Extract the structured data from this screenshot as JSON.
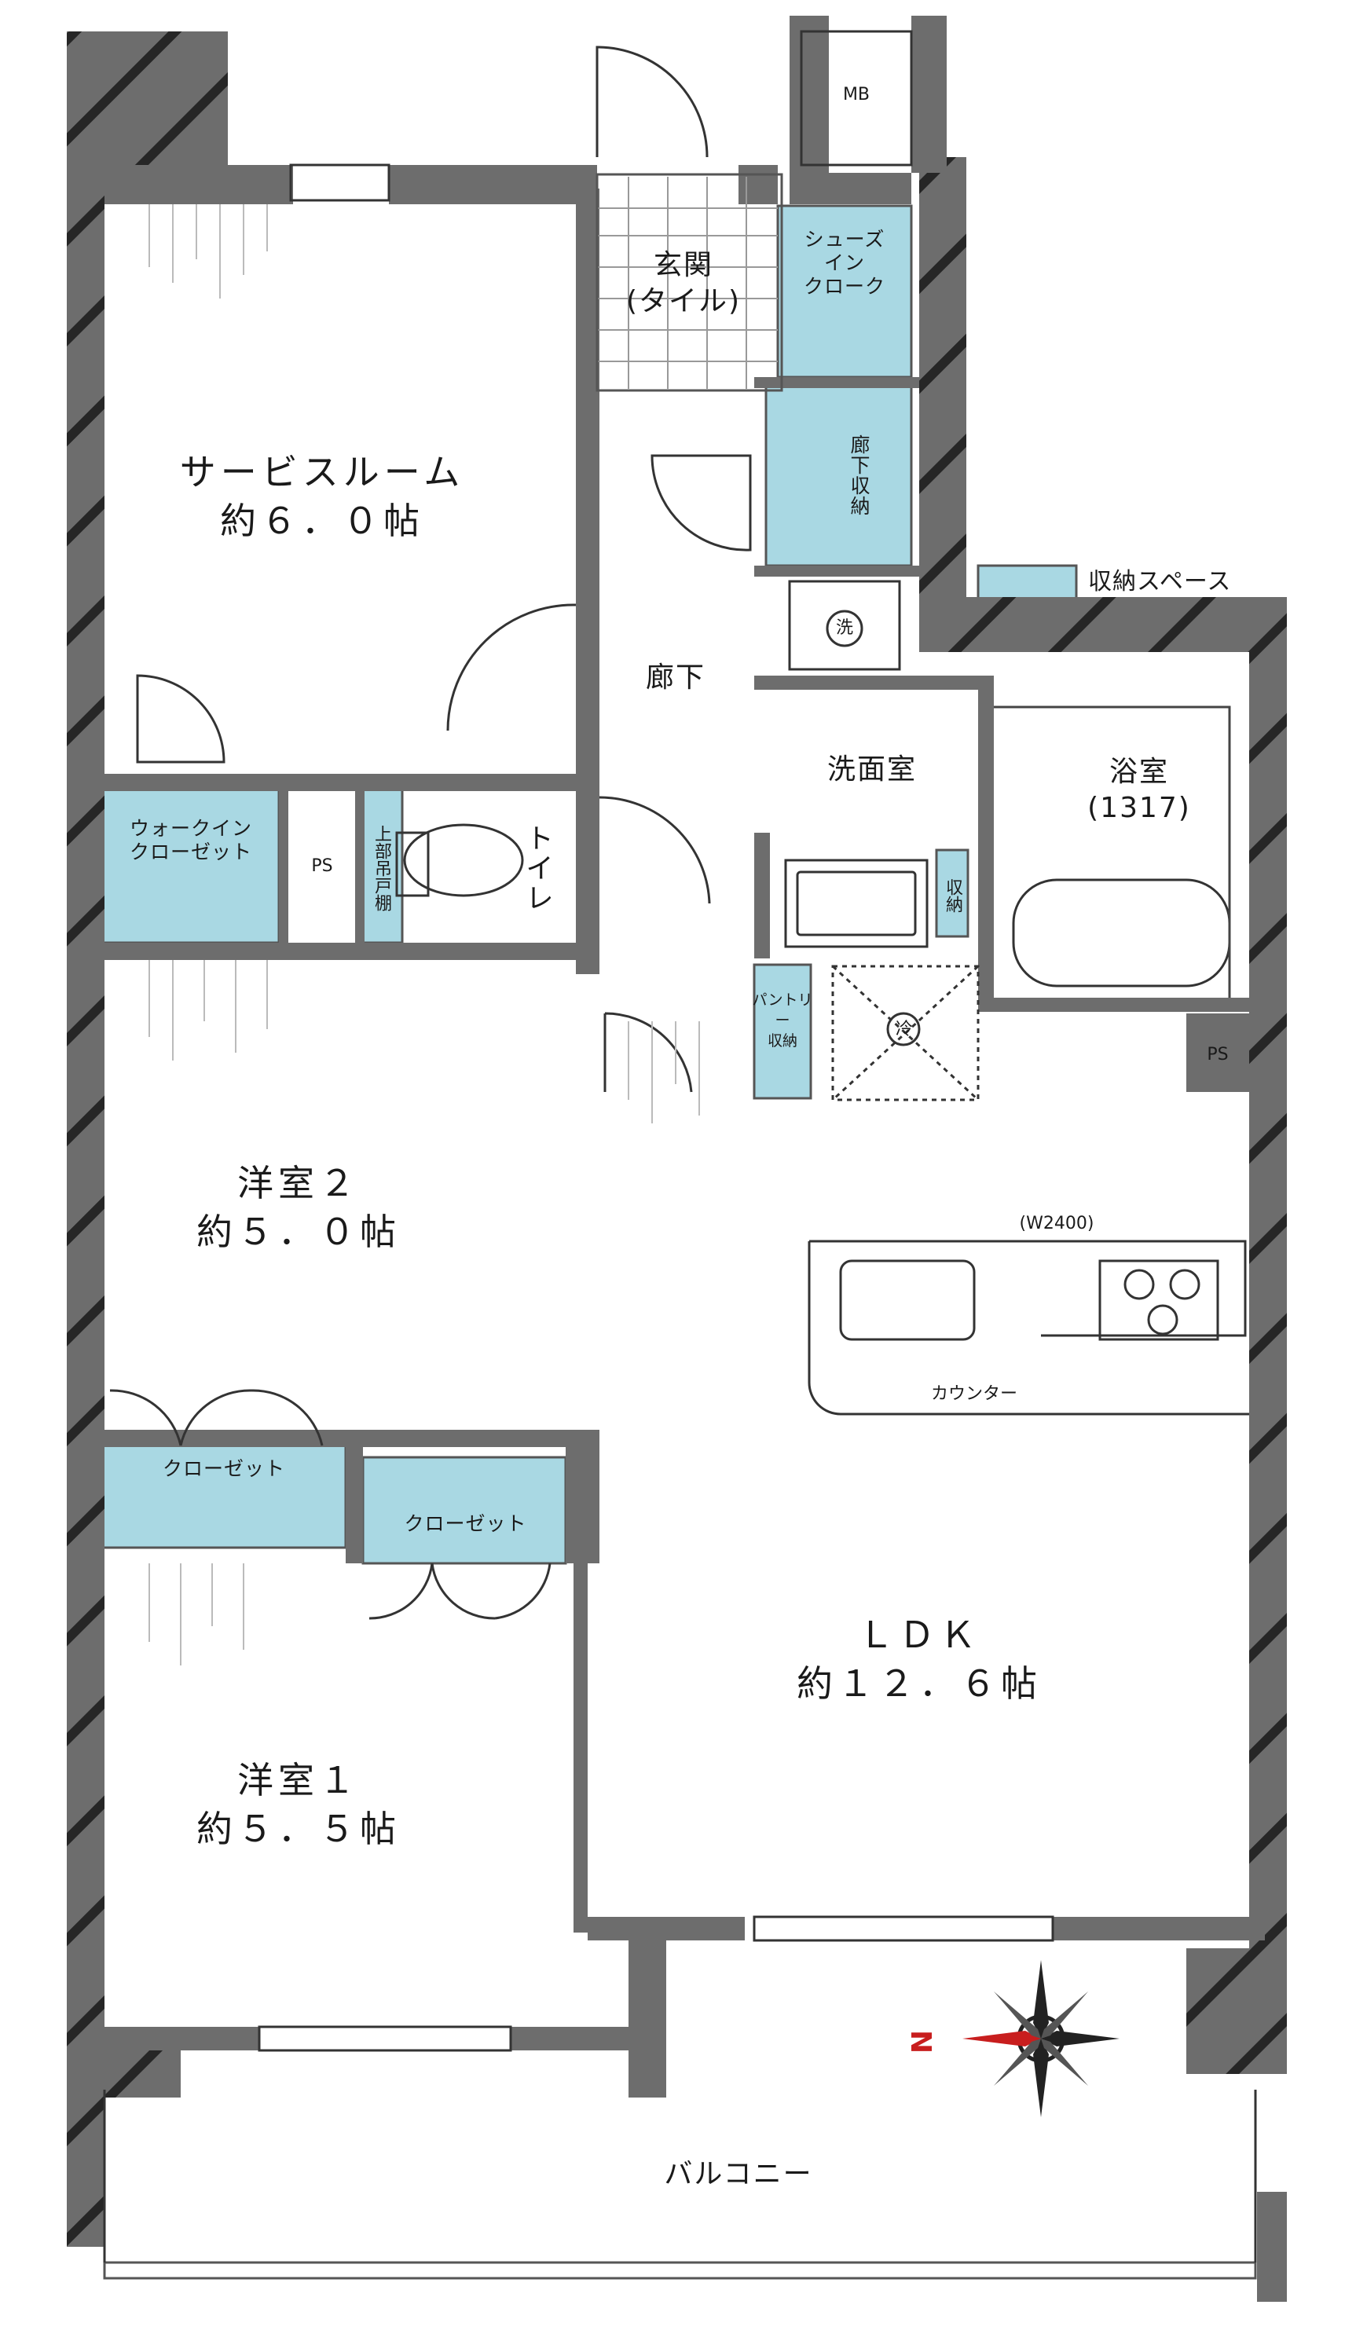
{
  "labels": {
    "mb": "MB",
    "genkan": "玄関\n(タイル)",
    "shoes_in_cloak": "シューズ\nイン\nクローク",
    "rouka_storage": "廊下収納",
    "service_room": "サービスルーム\n約６．０帖",
    "legend": "収納スペース",
    "hallway": "廊下",
    "laundry_mark": "洗",
    "washroom": "洗面室",
    "bathroom": "浴室\n(1317)",
    "walk_in_closet": "ウォークイン\nクローゼット",
    "ps": "PS",
    "upper_storage": "上部吊戸棚",
    "toilet": "トイレ",
    "wash_storage": "収納",
    "pantry": "パントリー\n収納",
    "fridge_mark": "冷",
    "room2": "洋室２\n約５．０帖",
    "kitchen_width": "(W2400)",
    "counter": "カウンター",
    "closet": "クローゼット",
    "ldk": "ＬＤＫ\n約１２．６帖",
    "room1": "洋室１\n約５．５帖",
    "balcony": "バルコニー",
    "north": "N"
  },
  "colors": {
    "wall": "#6d6d6d",
    "storage": "#a9d8e3",
    "hatch": "#2a2a2a",
    "line": "#333333",
    "compass_red": "#c81e1e"
  }
}
